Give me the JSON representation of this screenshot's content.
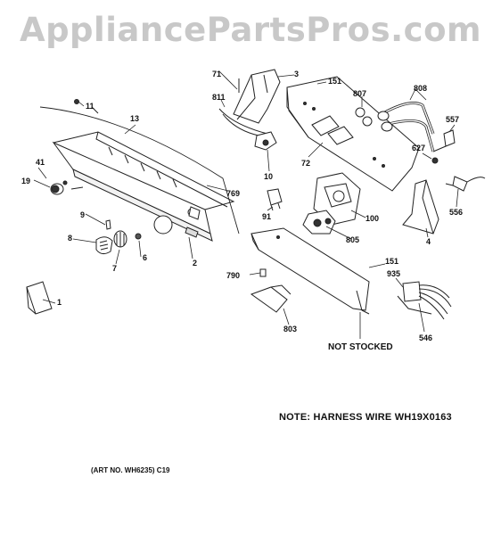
{
  "watermark": "AppliancePartsPros.com",
  "callouts": {
    "p1": "1",
    "p2": "2",
    "p3": "3",
    "p4": "4",
    "p6": "6",
    "p7": "7",
    "p8": "8",
    "p9": "9",
    "p10": "10",
    "p11": "11",
    "p13": "13",
    "p19": "19",
    "p41": "41",
    "p71": "71",
    "p72": "72",
    "p91": "91",
    "p100": "100",
    "p151a": "151",
    "p151b": "151",
    "p546": "546",
    "p556": "556",
    "p557": "557",
    "p627": "627",
    "p769": "769",
    "p790": "790",
    "p803": "803",
    "p805": "805",
    "p807": "807",
    "p808": "808",
    "p811": "811",
    "p935": "935"
  },
  "not_stocked": "NOT STOCKED",
  "note": "NOTE: HARNESS WIRE WH19X0163",
  "art_number": "(ART NO. WH6235) C19"
}
